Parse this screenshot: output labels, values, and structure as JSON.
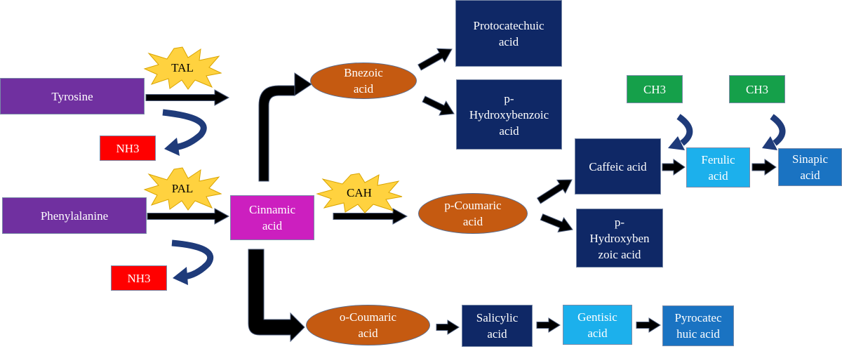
{
  "colors": {
    "purple": "#7030a0",
    "red": "#ff0000",
    "magenta": "#cc1fbf",
    "orange_ellipse": "#c55a11",
    "navy": "#0f2866",
    "green": "#15a04a",
    "light_blue": "#1cb0ec",
    "mid_blue": "#1a73c2",
    "arrow_fill": "#000000",
    "curved_arrow": "#1f3b7a",
    "star_fill": "#ffd23f"
  },
  "nodes": {
    "tyrosine": "Tyrosine",
    "nh3_top": "NH3",
    "phenylalanine": "Phenylalanine",
    "nh3_bottom": "NH3",
    "cinnamic_acid": "Cinnamic\nacid",
    "bnezoic_acid": "Bnezoic\nacid",
    "protocatechuic_acid": "Protocatechuic\nacid",
    "p_hydroxybenzoic_acid_top": "p-\nHydroxybenzoic\nacid",
    "p_coumaric_acid": "p-Coumaric\nacid",
    "caffeic_acid": "Caffeic acid",
    "p_hydroxybenzoic_acid_mid": "p-\nHydroxyben\nzoic acid",
    "ch3_left": "CH3",
    "ch3_right": "CH3",
    "ferulic_acid": "Ferulic\nacid",
    "sinapic_acid": "Sinapic\nacid",
    "o_coumaric_acid": "o-Coumaric\nacid",
    "salicylic_acid": "Salicylic\nacid",
    "gentisic_acid": "Gentisic\nacid",
    "pyrocatechuic_acid": "Pyrocatec\nhuic acid"
  },
  "enzymes": {
    "tal": "TAL",
    "pal": "PAL",
    "cah": "CAH"
  }
}
